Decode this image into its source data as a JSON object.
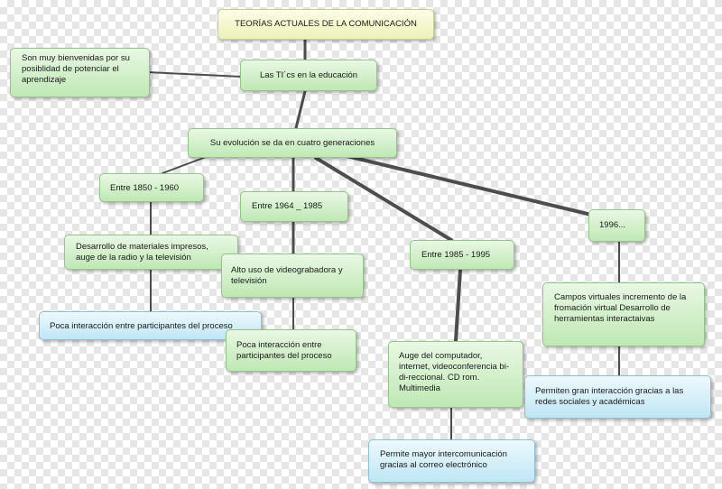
{
  "nodes": {
    "title": "TEORÍAS ACTUALES DE LA COMUNICACIÓN",
    "tics": "Las TI´cs en la educación",
    "bienvenidas": "Son muy bienvenidas por su posiblidad de potenciar el aprendizaje",
    "evolucion": "Su evolución se da en cuatro generaciones",
    "gen1": "Entre 1850 - 1960",
    "gen2": "Entre 1964 _ 1985",
    "gen3": "Entre 1985 - 1995",
    "gen4": "1996...",
    "gen1_desc": "Desarrollo de materiales impresos, auge de la radio y la televisión",
    "gen1_result": "Poca interacción entre participantes del proceso",
    "gen2_desc": "Alto uso de videograbadora y televisión",
    "gen2_result": "Poca interacción entre participantes del proceso",
    "gen3_desc": "Auge del computador, internet, videoconferencia bi-di-reccional. CD rom. Multimedia",
    "gen3_result": "Permite mayor intercomunicación gracias al correo electrónico",
    "gen4_desc": "Campos virtuales incremento de la fromación virtual Desarrollo de herramientas interactaivas",
    "gen4_result": "Permiten gran interacción gracias a las redes sociales y académicas"
  },
  "colors": {
    "connector": "#4d4d4d",
    "yellow_node": "#eef2b6",
    "green_node": "#bfe8b4",
    "blue_node": "#bfe6f5"
  }
}
